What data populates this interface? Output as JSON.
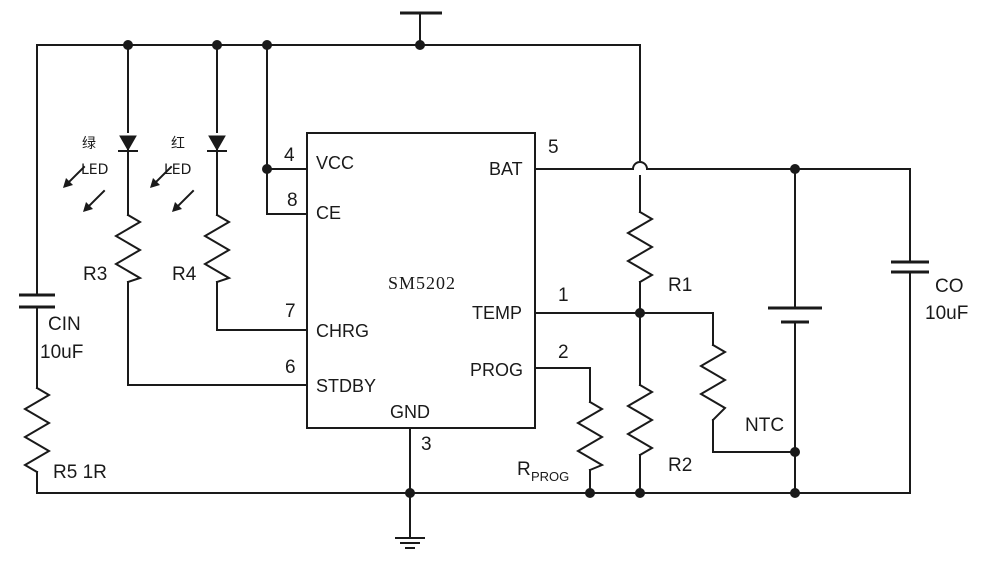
{
  "chip": {
    "name": "SM5202"
  },
  "pins": {
    "vcc": {
      "num": "4",
      "label": "VCC"
    },
    "ce": {
      "num": "8",
      "label": "CE"
    },
    "chrg": {
      "num": "7",
      "label": "CHRG"
    },
    "stdby": {
      "num": "6",
      "label": "STDBY"
    },
    "bat": {
      "num": "5",
      "label": "BAT"
    },
    "temp": {
      "num": "1",
      "label": "TEMP"
    },
    "prog": {
      "num": "2",
      "label": "PROG"
    },
    "gnd": {
      "num": "3",
      "label": "GND"
    }
  },
  "components": {
    "r1": "R1",
    "r2": "R2",
    "r3": "R3",
    "r4": "R4",
    "r5": "R5 1R",
    "rprog": {
      "main": "R",
      "sub": "PROG"
    },
    "ntc": "NTC",
    "cin": {
      "name": "CIN",
      "value": "10uF"
    },
    "co": {
      "name": "CO",
      "value": "10uF"
    },
    "led_green": {
      "color": "绿",
      "type": "LED"
    },
    "led_red": {
      "color": "红",
      "type": "LED"
    }
  }
}
